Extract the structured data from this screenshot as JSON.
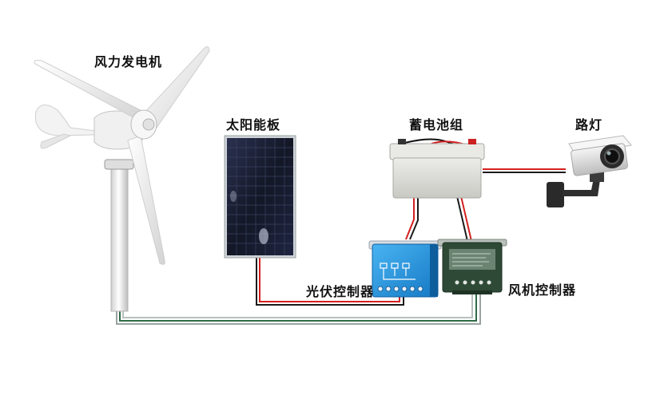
{
  "labels": {
    "wind_turbine": "风力发电机",
    "solar_panel": "太阳能板",
    "battery_pack": "蓄电池组",
    "street_lamp": "路灯",
    "pv_controller": "光伏控制器",
    "wind_controller": "风机控制器"
  },
  "colors": {
    "wire_red": "#d42020",
    "wire_dark": "#1b1b1b",
    "wire_grey": "#9aa3a0",
    "wire_green": "#2f6b46",
    "pv_controller_blue": "#1f8fd8",
    "wind_controller_green": "#2e4a36",
    "battery_body": "#d9d9d4",
    "solar_cell": "#14182a",
    "turbine_white": "#efefef"
  }
}
